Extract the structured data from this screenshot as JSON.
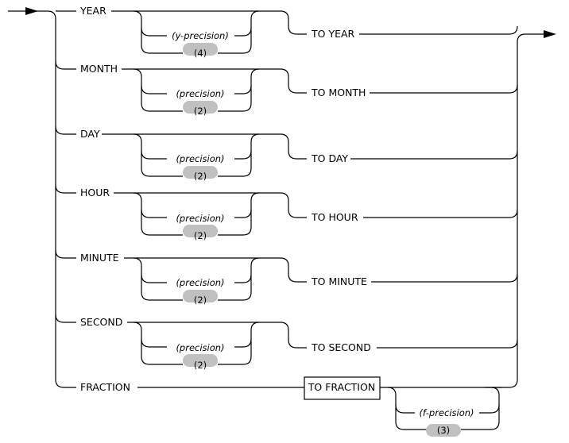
{
  "colors": {
    "line": "#000000",
    "pill": "#c0c0c0",
    "background": "#ffffff"
  },
  "rows": [
    {
      "start": "YEAR",
      "param": "(y-precision)",
      "default": "(4)",
      "end": "TO YEAR"
    },
    {
      "start": "MONTH",
      "param": "(precision)",
      "default": "(2)",
      "end": "TO MONTH"
    },
    {
      "start": "DAY",
      "param": "(precision)",
      "default": "(2)",
      "end": "TO DAY"
    },
    {
      "start": "HOUR",
      "param": "(precision)",
      "default": "(2)",
      "end": "TO HOUR"
    },
    {
      "start": "MINUTE",
      "param": "(precision)",
      "default": "(2)",
      "end": "TO MINUTE"
    },
    {
      "start": "SECOND",
      "param": "(precision)",
      "default": "(2)",
      "end": "TO SECOND"
    }
  ],
  "fraction": {
    "start": "FRACTION",
    "end": "TO FRACTION",
    "param": "(f-precision)",
    "default": "(3)"
  }
}
